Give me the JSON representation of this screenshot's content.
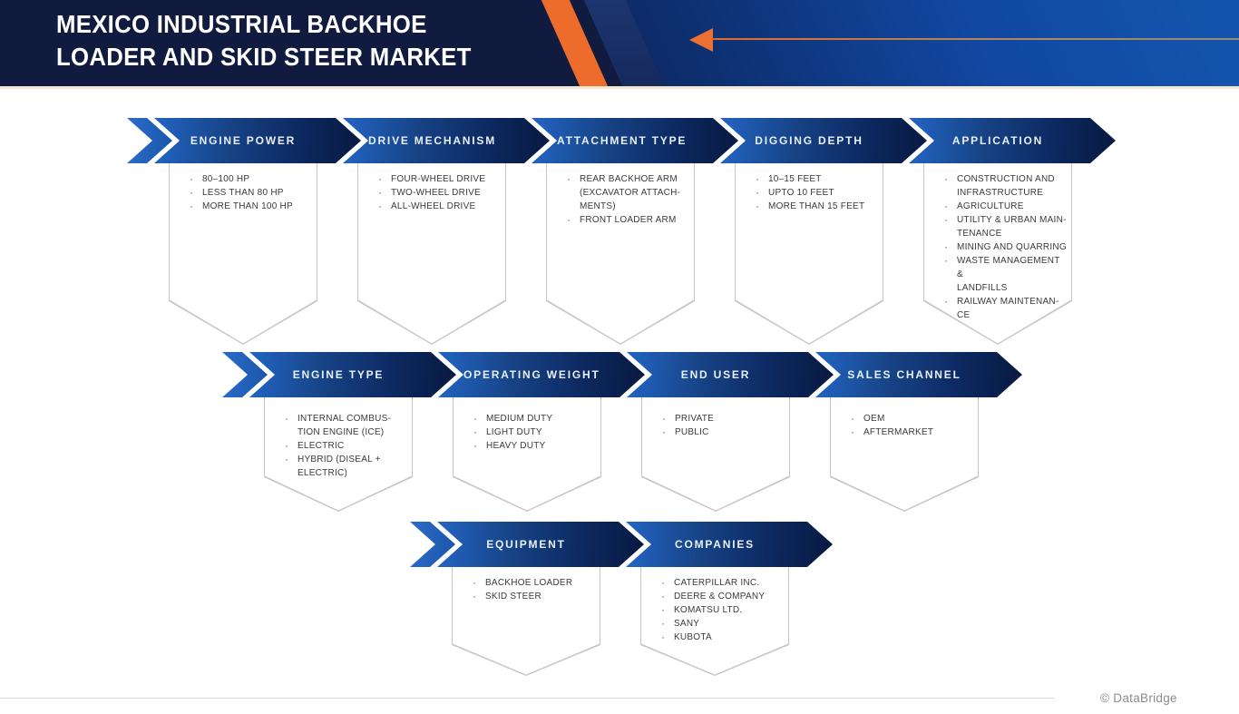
{
  "header": {
    "title": "MEXICO INDUSTRIAL BACKHOE\nLOADER AND SKID STEER MARKET"
  },
  "colors": {
    "header_navy_dark": "#111b3f",
    "header_blue": "#1254ad",
    "accent_orange": "#ed6c2b",
    "banner_gradient_start": "#2365c4",
    "banner_gradient_end": "#07193f",
    "box_border": "#c5c5ca",
    "body_text": "#3a3a3e"
  },
  "rows": [
    {
      "segments": [
        {
          "label": "ENGINE POWER",
          "items": [
            "80–100 HP",
            "LESS THAN 80 HP",
            "MORE THAN 100 HP"
          ]
        },
        {
          "label": "DRIVE MECHANISM",
          "items": [
            "FOUR-WHEEL DRIVE",
            "TWO-WHEEL DRIVE",
            "ALL-WHEEL DRIVE"
          ]
        },
        {
          "label": "ATTACHMENT TYPE",
          "items": [
            "REAR BACKHOE ARM\n(EXCAVATOR ATTACH-\nMENTS)",
            "FRONT LOADER ARM"
          ]
        },
        {
          "label": "DIGGING DEPTH",
          "items": [
            "10–15 FEET",
            "UPTO 10 FEET",
            "MORE THAN 15 FEET"
          ]
        },
        {
          "label": "APPLICATION",
          "items": [
            "CONSTRUCTION AND\nINFRASTRUCTURE",
            "AGRICULTURE",
            "UTILITY & URBAN MAIN-\nTENANCE",
            "MINING AND QUARRING",
            "WASTE MANAGEMENT &\nLANDFILLS",
            "RAILWAY MAINTENAN-\nCE"
          ]
        }
      ]
    },
    {
      "segments": [
        {
          "label": "ENGINE TYPE",
          "items": [
            "INTERNAL COMBUS-\nTION ENGINE (ICE)",
            "ELECTRIC",
            "HYBRID (DISEAL +\nELECTRIC)"
          ]
        },
        {
          "label": "OPERATING WEIGHT",
          "items": [
            "MEDIUM DUTY",
            "LIGHT DUTY",
            "HEAVY DUTY"
          ]
        },
        {
          "label": "END USER",
          "items": [
            "PRIVATE",
            "PUBLIC"
          ]
        },
        {
          "label": "SALES CHANNEL",
          "items": [
            "OEM",
            "AFTERMARKET"
          ]
        }
      ]
    },
    {
      "segments": [
        {
          "label": "EQUIPMENT",
          "items": [
            "BACKHOE LOADER",
            "SKID STEER"
          ]
        },
        {
          "label": "COMPANIES",
          "items": [
            "CATERPILLAR INC.",
            "DEERE & COMPANY",
            "KOMATSU LTD.",
            "SANY",
            "KUBOTA"
          ]
        }
      ]
    }
  ],
  "footer": {
    "credit": "© DataBridge"
  }
}
